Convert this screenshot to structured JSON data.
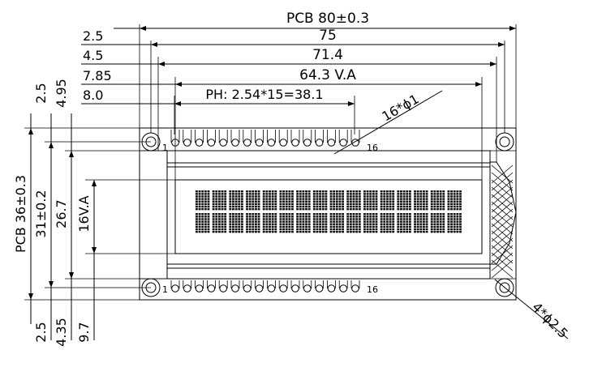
{
  "dimensions": {
    "pcb_width": "PCB 80±0.3",
    "dim_75": "75",
    "dim_71_4": "71.4",
    "view_area_width": "64.3 V.A",
    "pin_pitch": "PH: 2.54*15=38.1",
    "left_2_5": "2.5",
    "left_4_5": "4.5",
    "left_7_85": "7.85",
    "left_8_0": "8.0",
    "pin_hole_note": "16*ϕ1",
    "mount_hole_note": "4*ϕ2.5",
    "pcb_height": "PCB 36±0.3",
    "height_31": "31±0.2",
    "height_26_7": "26.7",
    "view_area_height": "16V.A",
    "top_2_5": "2.5",
    "top_4_95": "4.95",
    "bottom_2_5": "2.5",
    "bottom_4_35": "4.35",
    "bottom_9_7": "9.7"
  },
  "pins": {
    "top_first": "1",
    "top_last": "16",
    "bottom_first": "1",
    "bottom_last": "16"
  },
  "display": {
    "character_columns": 16,
    "character_rows": 2
  }
}
